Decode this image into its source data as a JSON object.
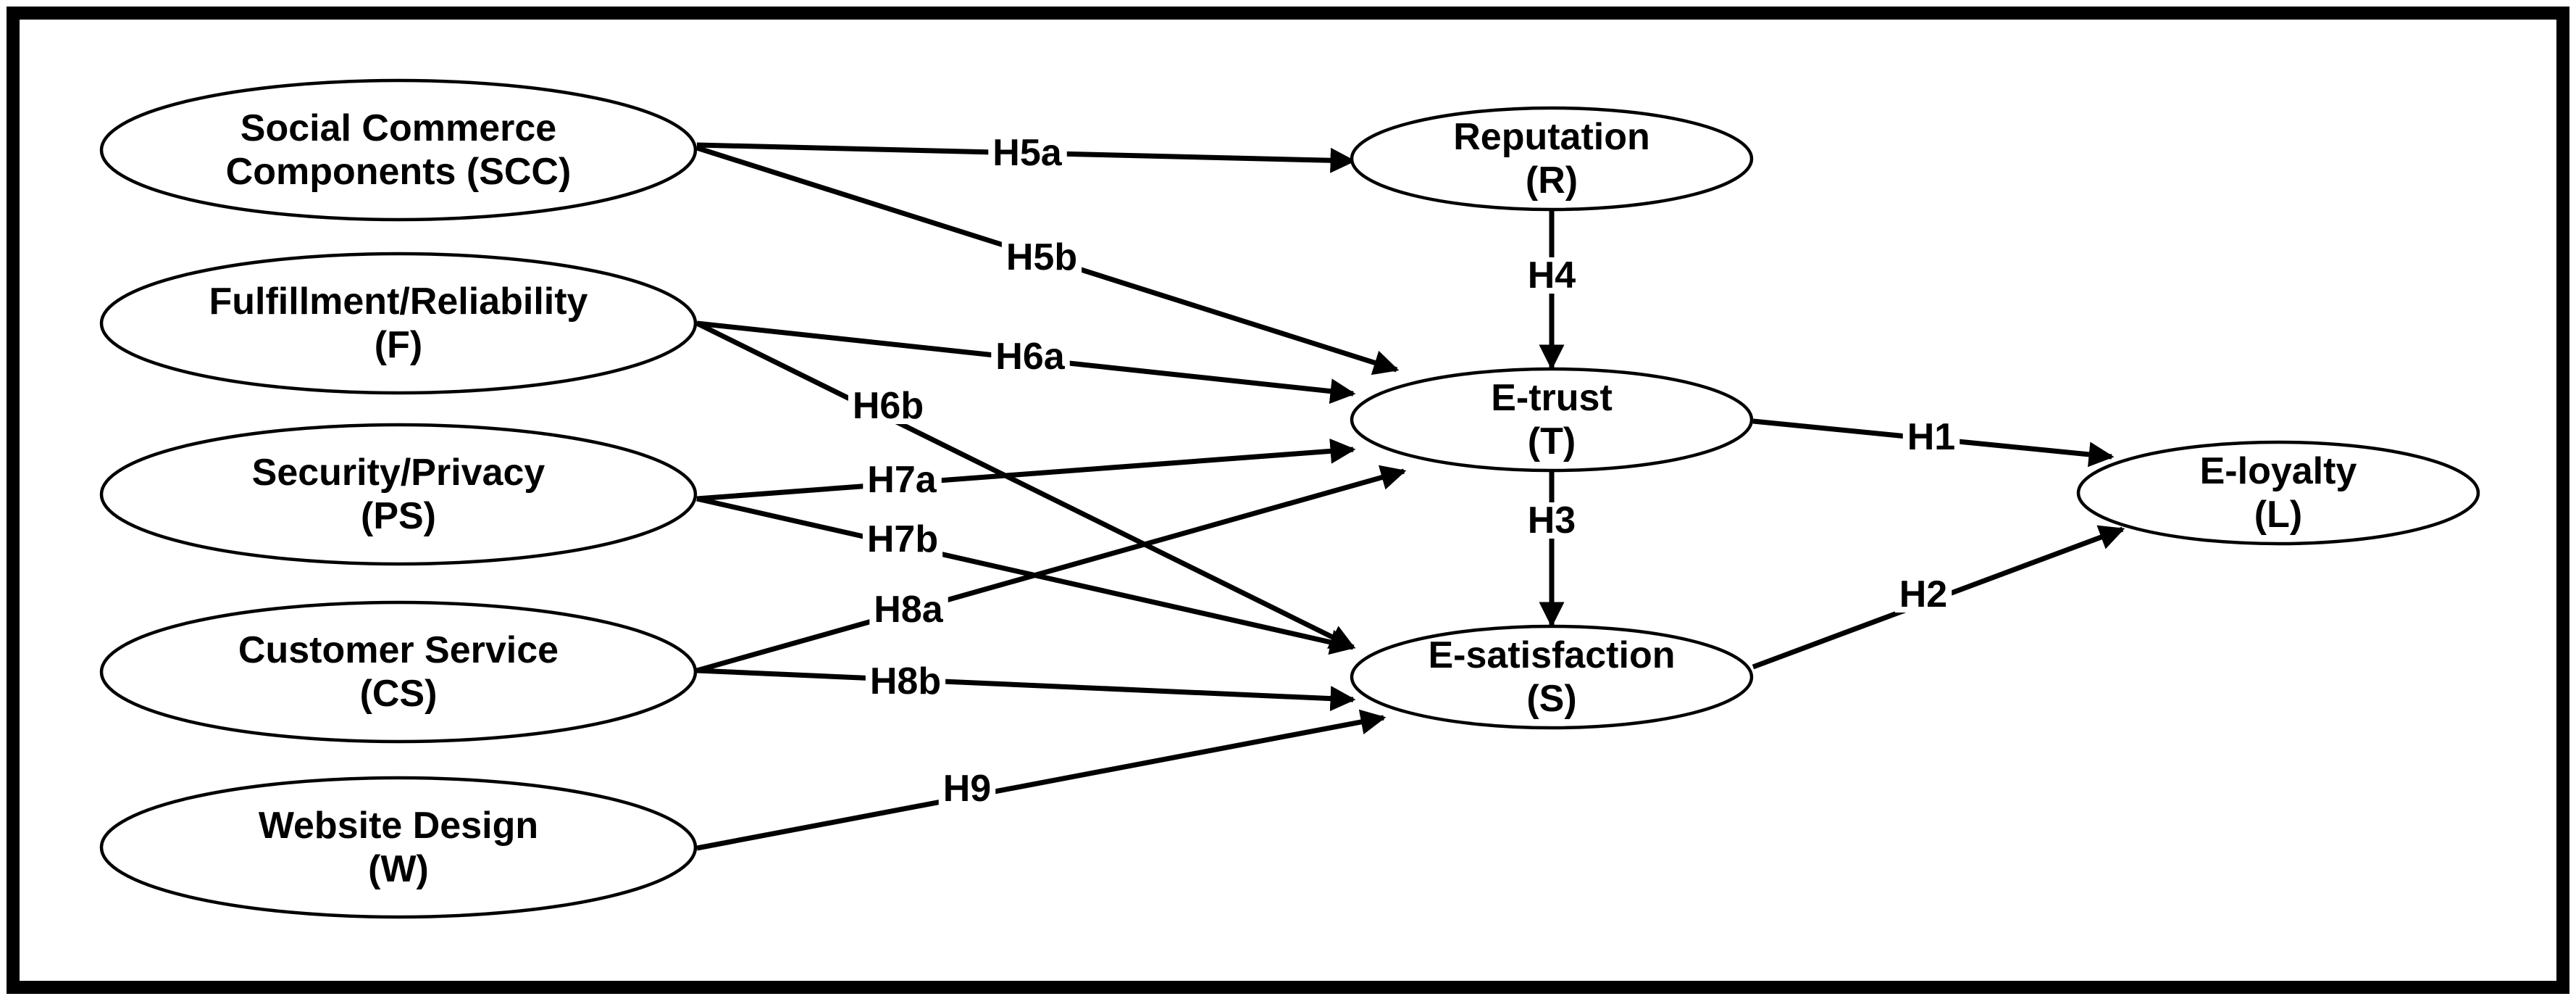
{
  "diagram": {
    "nodes": [
      {
        "id": "SCC",
        "lines": [
          "Social Commerce",
          "Components (SCC)"
        ]
      },
      {
        "id": "F",
        "lines": [
          "Fulfillment/Reliability",
          "(F)"
        ]
      },
      {
        "id": "PS",
        "lines": [
          "Security/Privacy",
          "(PS)"
        ]
      },
      {
        "id": "CS",
        "lines": [
          "Customer Service",
          "(CS)"
        ]
      },
      {
        "id": "W",
        "lines": [
          "Website Design",
          "(W)"
        ]
      },
      {
        "id": "R",
        "lines": [
          "Reputation",
          "(R)"
        ]
      },
      {
        "id": "T",
        "lines": [
          "E-trust",
          "(T)"
        ]
      },
      {
        "id": "S",
        "lines": [
          "E-satisfaction",
          "(S)"
        ]
      },
      {
        "id": "L",
        "lines": [
          "E-loyalty",
          "(L)"
        ]
      }
    ],
    "edges": [
      {
        "from": "SCC",
        "to": "R",
        "label": "H5a"
      },
      {
        "from": "SCC",
        "to": "T",
        "label": "H5b"
      },
      {
        "from": "F",
        "to": "T",
        "label": "H6a"
      },
      {
        "from": "F",
        "to": "S",
        "label": "H6b"
      },
      {
        "from": "PS",
        "to": "T",
        "label": "H7a"
      },
      {
        "from": "PS",
        "to": "S",
        "label": "H7b"
      },
      {
        "from": "CS",
        "to": "T",
        "label": "H8a"
      },
      {
        "from": "CS",
        "to": "S",
        "label": "H8b"
      },
      {
        "from": "W",
        "to": "S",
        "label": "H9"
      },
      {
        "from": "R",
        "to": "T",
        "label": "H4"
      },
      {
        "from": "T",
        "to": "S",
        "label": "H3"
      },
      {
        "from": "T",
        "to": "L",
        "label": "H1"
      },
      {
        "from": "S",
        "to": "L",
        "label": "H2"
      }
    ]
  }
}
